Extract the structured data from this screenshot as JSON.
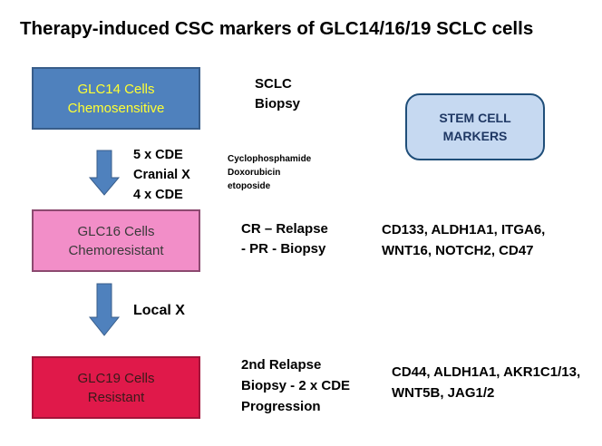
{
  "title": "Therapy-induced CSC markers of GLC14/16/19 SCLC cells",
  "cells": [
    {
      "line1": "GLC14 Cells",
      "line2": "Chemosensitive"
    },
    {
      "line1": "GLC16 Cells",
      "line2": "Chemoresistant"
    },
    {
      "line1": "GLC19 Cells",
      "line2": "Resistant"
    }
  ],
  "arrows": [
    {
      "labels": [
        "5 x CDE",
        "Cranial X",
        "4 x CDE"
      ]
    },
    {
      "labels": [
        "Local X"
      ]
    }
  ],
  "drugs": [
    "Cyclophosphamide",
    "Doxorubicin",
    "etoposide"
  ],
  "clinical": [
    [
      "SCLC",
      "Biopsy"
    ],
    [
      "CR – Relapse",
      "- PR - Biopsy"
    ],
    [
      "2nd Relapse",
      "Biopsy - 2 x CDE",
      "Progression"
    ]
  ],
  "stem_cell_box": {
    "line1": "STEM CELL",
    "line2": "MARKERS"
  },
  "markers": [
    [
      "CD133, ALDH1A1, ITGA6,",
      "WNT16, NOTCH2, CD47"
    ],
    [
      "CD44, ALDH1A1, AKR1C1/13,",
      "WNT5B, JAG1/2"
    ]
  ],
  "colors": {
    "box1_fill": "#4f81bd",
    "box1_text": "#ffff33",
    "box2_fill": "#f28ec8",
    "box3_fill": "#e0194a",
    "arrow_fill": "#4f81bd",
    "stem_fill": "#c6d9f1"
  }
}
